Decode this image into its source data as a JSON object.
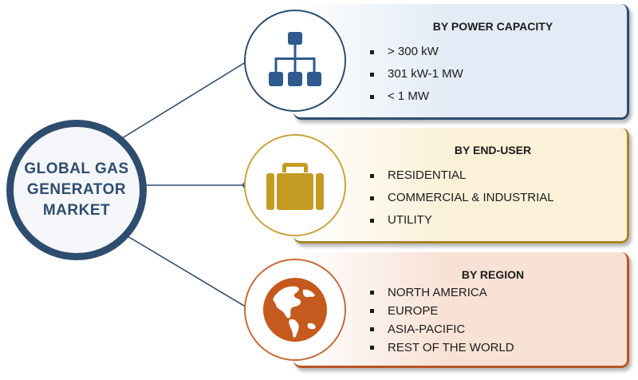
{
  "hub": {
    "lines": [
      "GLOBAL GAS",
      "GENERATOR",
      "MARKET"
    ]
  },
  "colors": {
    "hub_border": "#2e4d6e",
    "power_accent": "#2e4d6e",
    "enduser_accent": "#a8852a",
    "region_accent": "#b85523",
    "power_icon": "#2f5a8e",
    "enduser_icon": "#c49b22",
    "region_icon": "#c65a1e"
  },
  "segments": [
    {
      "title": "BY POWER CAPACITY",
      "icon": "org-chart-icon",
      "items": [
        "> 300 kW",
        "301 kW-1 MW",
        "< 1 MW"
      ]
    },
    {
      "title": "BY END-USER",
      "icon": "suitcase-icon",
      "items": [
        "RESIDENTIAL",
        "COMMERCIAL  & INDUSTRIAL",
        "UTILITY"
      ]
    },
    {
      "title": "BY REGION",
      "icon": "globe-icon",
      "items": [
        "NORTH AMERICA",
        "EUROPE",
        "ASIA-PACIFIC",
        "REST OF THE WORLD"
      ]
    }
  ]
}
